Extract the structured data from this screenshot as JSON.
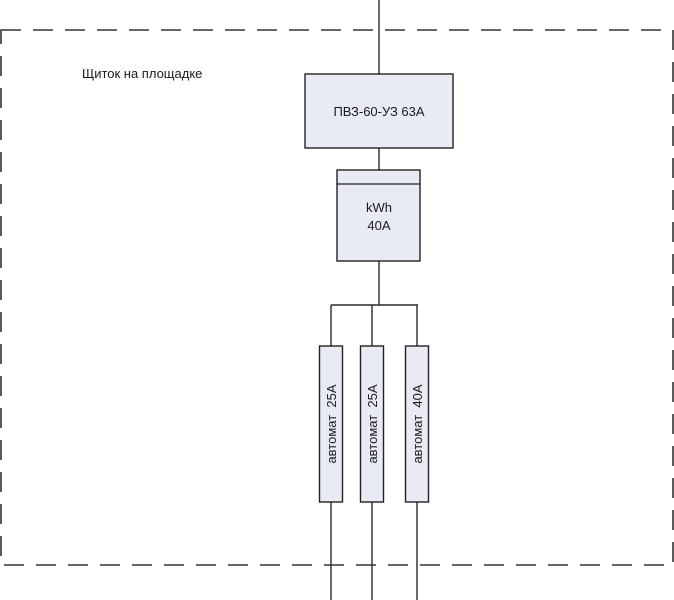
{
  "diagram": {
    "type": "electrical-single-line",
    "panel_label": "Щиток на площадке",
    "main_switch": {
      "label": "ПВЗ-60-УЗ 63А"
    },
    "meter": {
      "line1": "kWh",
      "line2": "40А"
    },
    "breakers": [
      {
        "label": "автомат  25А"
      },
      {
        "label": "автомат  25А"
      },
      {
        "label": "автомат  40А"
      }
    ],
    "colors": {
      "line": "#2a2a2a",
      "box_fill": "#e8ebf4",
      "box_stroke": "#222222",
      "dash": "#333333"
    }
  }
}
